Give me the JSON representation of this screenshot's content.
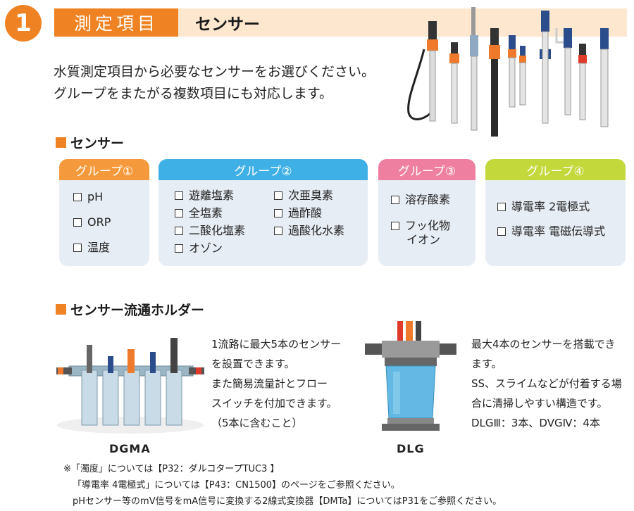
{
  "header": {
    "step_number": "1",
    "tag": "測定項目",
    "subtitle": "センサー"
  },
  "intro": {
    "line1": "水質測定項目から必要なセンサーをお選びください。",
    "line2": "グループをまたがる複数項目にも対応します。"
  },
  "sensor_section": {
    "title": "センサー",
    "groups": [
      {
        "label": "グループ①",
        "color": "#f59a3c",
        "items": [
          "pH",
          "ORP",
          "温度"
        ]
      },
      {
        "label": "グループ②",
        "color": "#3fb0e6",
        "items": [
          "遊離塩素",
          "全塩素",
          "二酸化塩素",
          "オゾン",
          "次亜臭素",
          "過酢酸",
          "過酸化水素"
        ]
      },
      {
        "label": "グループ③",
        "color": "#ef7fa0",
        "items": [
          "溶存酸素",
          "フッ化物",
          "イオン"
        ]
      },
      {
        "label": "グループ④",
        "color": "#c3d83a",
        "items": [
          "導電率 2電極式",
          "導電率 電磁伝導式"
        ]
      }
    ]
  },
  "holder_section": {
    "title": "センサー流通ホルダー",
    "dgma": {
      "caption": "DGMA",
      "desc": [
        "1流路に最大5本のセンサー",
        "を設置できます。",
        "また簡易流量計とフロー",
        "スイッチを付加できます。",
        "（5本に含むこと）"
      ]
    },
    "dlg": {
      "caption": "DLG",
      "desc": [
        "最大4本のセンサーを搭載でき",
        "ます。",
        "SS、スライムなどが付着する場",
        "合に清掃しやすい構造です。",
        "DLGⅢ：3本、DVGⅣ：4本"
      ]
    }
  },
  "notes": [
    "※「濁度」については【P32：ダルコタープTUC3 】",
    "「導電率 4電極式」については【P43：CN1500】のページをご参照ください。",
    "pHセンサー等のmV信号をmA信号に変換する2線式変換器【DMTa】についてはP31をご参照ください。"
  ]
}
